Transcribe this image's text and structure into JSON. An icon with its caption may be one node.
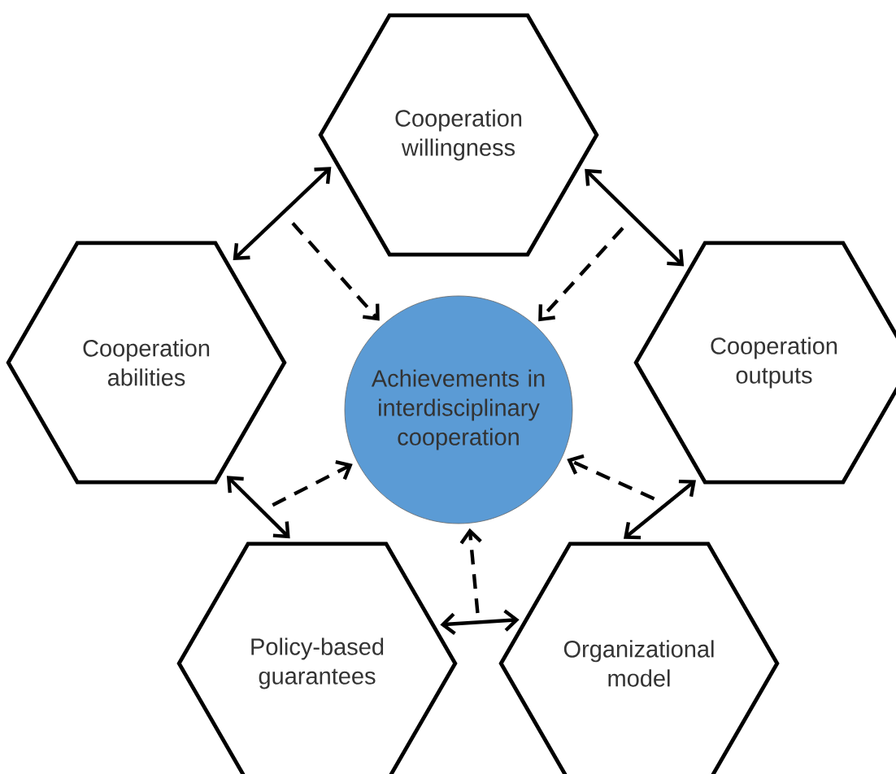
{
  "diagram": {
    "nodes": [
      {
        "text": [
          "Cooperation willingness"
        ]
      },
      {
        "text": [
          "Cooperation abilities"
        ]
      },
      {
        "text": [
          "Achievements in interdisciplinary cooperation"
        ]
      },
      {
        "text": [
          "Cooperation outputs"
        ]
      },
      {
        "text": [
          "Policy-based guarantees"
        ]
      },
      {
        "text": [
          "Organizational model"
        ]
      }
    ],
    "edges": [
      {
        "from": 0,
        "to": 1,
        "arrow": "both"
      },
      {
        "from": 0,
        "to": 3,
        "arrow": "both"
      },
      {
        "from": 1,
        "to": 4,
        "arrow": "both"
      },
      {
        "from": 3,
        "to": 5,
        "arrow": "both"
      },
      {
        "from": 4,
        "to": 5,
        "arrow": "both"
      },
      {
        "from": null,
        "to": 2,
        "arrow": "to",
        "style": "dashed"
      },
      {
        "from": null,
        "to": 2,
        "arrow": "to",
        "style": "dashed"
      },
      {
        "from": null,
        "to": 2,
        "arrow": "to",
        "style": "dashed"
      },
      {
        "from": null,
        "to": 2,
        "arrow": "to",
        "style": "dashed"
      },
      {
        "from": null,
        "to": 2,
        "arrow": "to",
        "style": "dashed"
      }
    ]
  }
}
